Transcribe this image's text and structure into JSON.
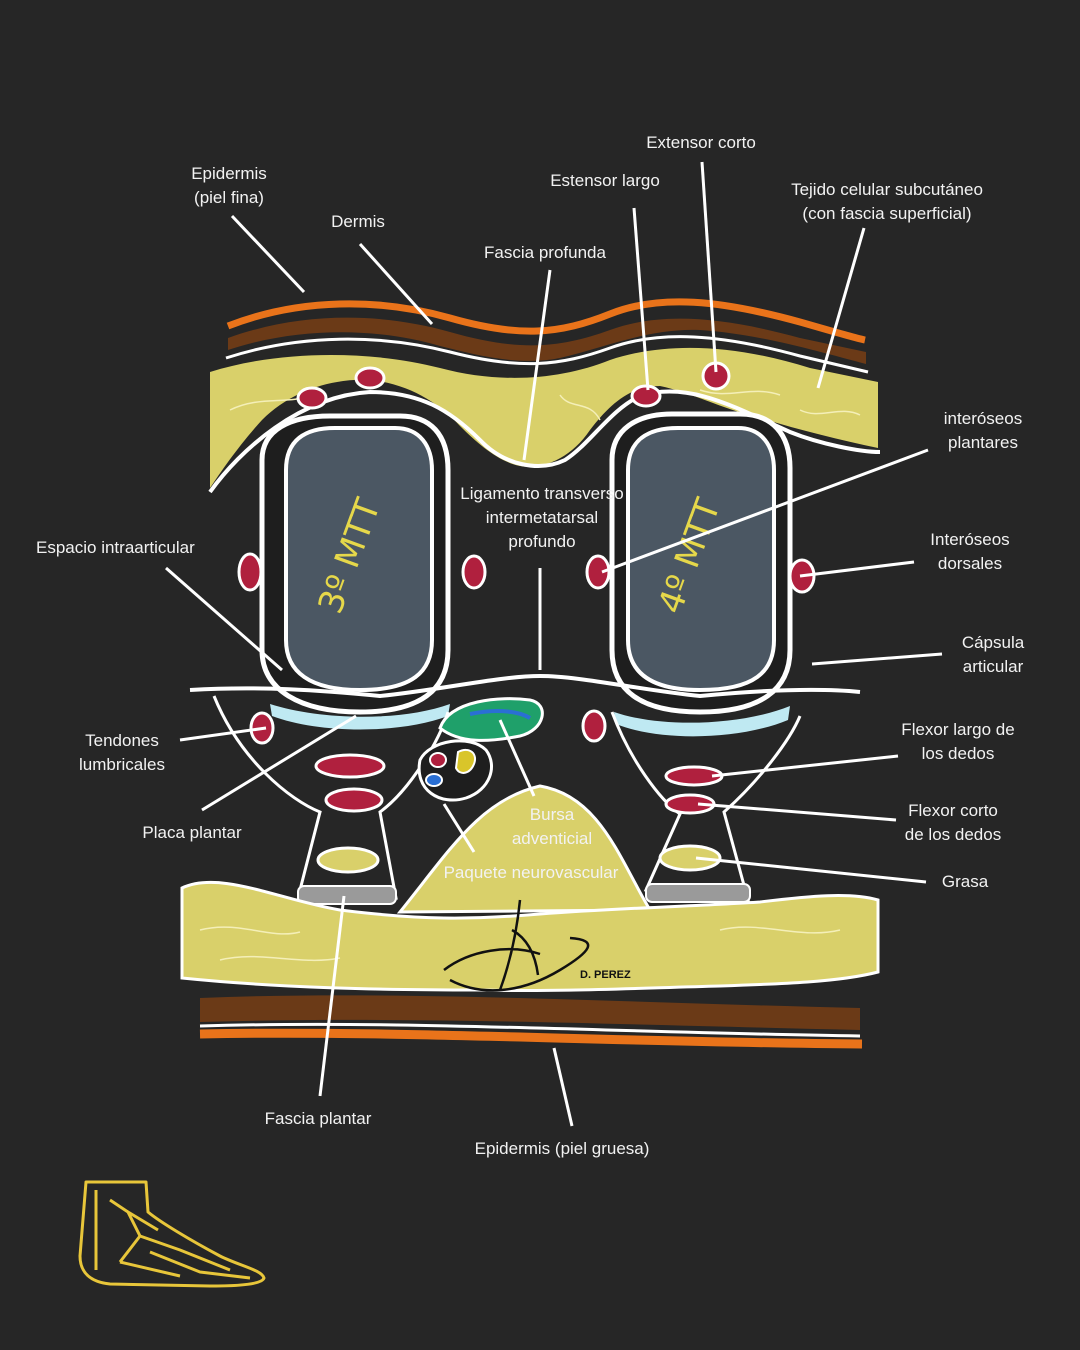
{
  "colors": {
    "background": "#262626",
    "epidermis": "#e9731a",
    "dermis": "#6b3a17",
    "fat": "#d9d06a",
    "bone": "#4b5763",
    "muscle": "#b0203e",
    "plate": "#bfe9f2",
    "bursa": "#1fa06a",
    "bone_label": "#e6d84a",
    "foot_icon": "#e8c63a"
  },
  "labels": {
    "epidermis_fina": "Epidermis\n(piel fina)",
    "dermis": "Dermis",
    "fascia_profunda": "Fascia profunda",
    "estensor_largo": "Estensor largo",
    "extensor_corto": "Extensor corto",
    "tejido_subcutaneo": "Tejido celular subcutáneo\n(con fascia superficial)",
    "interoseos_plantares": "interóseos\nplantares",
    "ligamento": "Ligamento transverso\nintermetatarsal\nprofundo",
    "espacio_intraarticular": "Espacio intraarticular",
    "interoseos_dorsales": "Interóseos\ndorsales",
    "capsula": "Cápsula\narticular",
    "tendones_lumbricales": "Tendones\nlumbricales",
    "flexor_largo": "Flexor largo de\nlos dedos",
    "placa_plantar": "Placa plantar",
    "bursa": "Bursa\nadventicial",
    "flexor_corto": "Flexor corto\nde los dedos",
    "paquete": "Paquete neurovascular",
    "grasa": "Grasa",
    "fascia_plantar": "Fascia plantar",
    "epidermis_gruesa": "Epidermis (piel gruesa)"
  },
  "bone_labels": {
    "third": "3º MTT",
    "fourth": "4º MTT"
  },
  "signature": "D. PEREZ",
  "icons": {
    "foot": "foot-skeleton-icon"
  }
}
